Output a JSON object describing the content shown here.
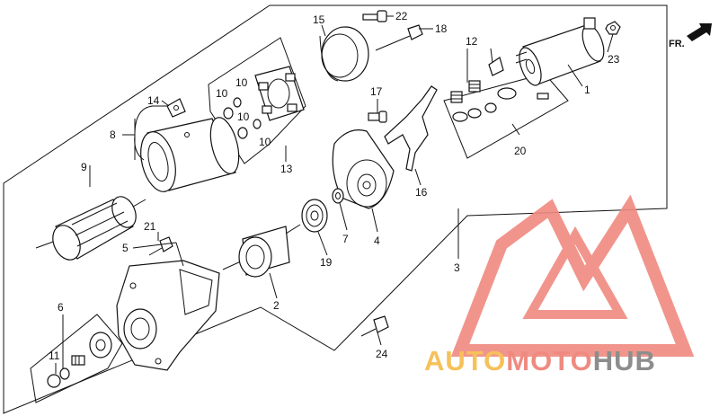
{
  "direction_label": "FR.",
  "watermark": {
    "text_auto": "AUTO",
    "text_moto": "MOTO",
    "text_hub": "HUB",
    "color_auto": "#f6c15a",
    "color_moto": "#f08a80",
    "color_hub": "#8d8d8d",
    "logo_color": "#f08a80"
  },
  "callouts": {
    "c1": "1",
    "c2": "2",
    "c3": "3",
    "c4": "4",
    "c5": "5",
    "c6": "6",
    "c7": "7",
    "c8": "8",
    "c9": "9",
    "c10a": "10",
    "c10b": "10",
    "c10c": "10",
    "c10d": "10",
    "c11": "11",
    "c12": "12",
    "c13": "13",
    "c14": "14",
    "c15": "15",
    "c16": "16",
    "c17": "17",
    "c18": "18",
    "c19": "19",
    "c20": "20",
    "c21": "21",
    "c22": "22",
    "c23": "23",
    "c24": "24"
  }
}
